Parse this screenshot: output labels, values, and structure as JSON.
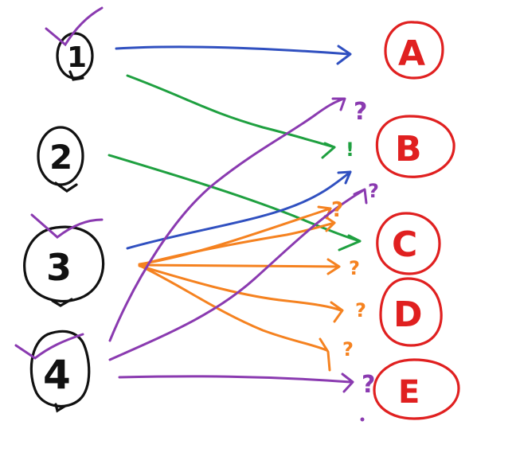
{
  "colors": {
    "ink": "#111111",
    "red": "#e02020",
    "purple": "#8a3ab0",
    "green": "#1fa040",
    "blue": "#3050c0",
    "orange": "#f58220"
  },
  "left_nodes": [
    {
      "label": "1",
      "checked": true
    },
    {
      "label": "2",
      "checked": false
    },
    {
      "label": "3",
      "checked": true
    },
    {
      "label": "4",
      "checked": true
    }
  ],
  "right_nodes": [
    {
      "label": "A"
    },
    {
      "label": "B"
    },
    {
      "label": "C"
    },
    {
      "label": "D"
    },
    {
      "label": "E"
    }
  ],
  "question_mark": "?",
  "exclamation_mark": "!",
  "edges": [
    {
      "from": "1",
      "to": "A",
      "color": "blue",
      "marker": ""
    },
    {
      "from": "1",
      "to": "B",
      "color": "green",
      "marker": "!"
    },
    {
      "from": "2",
      "to": "C",
      "color": "green",
      "marker": ""
    },
    {
      "from": "3",
      "to": "B",
      "color": "blue",
      "marker": ""
    },
    {
      "from": "3",
      "to": "C",
      "color": "orange",
      "marker": "?"
    },
    {
      "from": "3",
      "to": "C",
      "color": "orange",
      "marker": "?"
    },
    {
      "from": "3",
      "to": "D",
      "color": "orange",
      "marker": "?"
    },
    {
      "from": "3",
      "to": "D",
      "color": "orange",
      "marker": "?"
    },
    {
      "from": "3",
      "to": "E",
      "color": "orange",
      "marker": "?"
    },
    {
      "from": "4",
      "to": "B",
      "color": "purple",
      "marker": "?"
    },
    {
      "from": "4",
      "to": "C",
      "color": "purple",
      "marker": "?"
    },
    {
      "from": "4",
      "to": "E",
      "color": "purple",
      "marker": "?"
    }
  ]
}
